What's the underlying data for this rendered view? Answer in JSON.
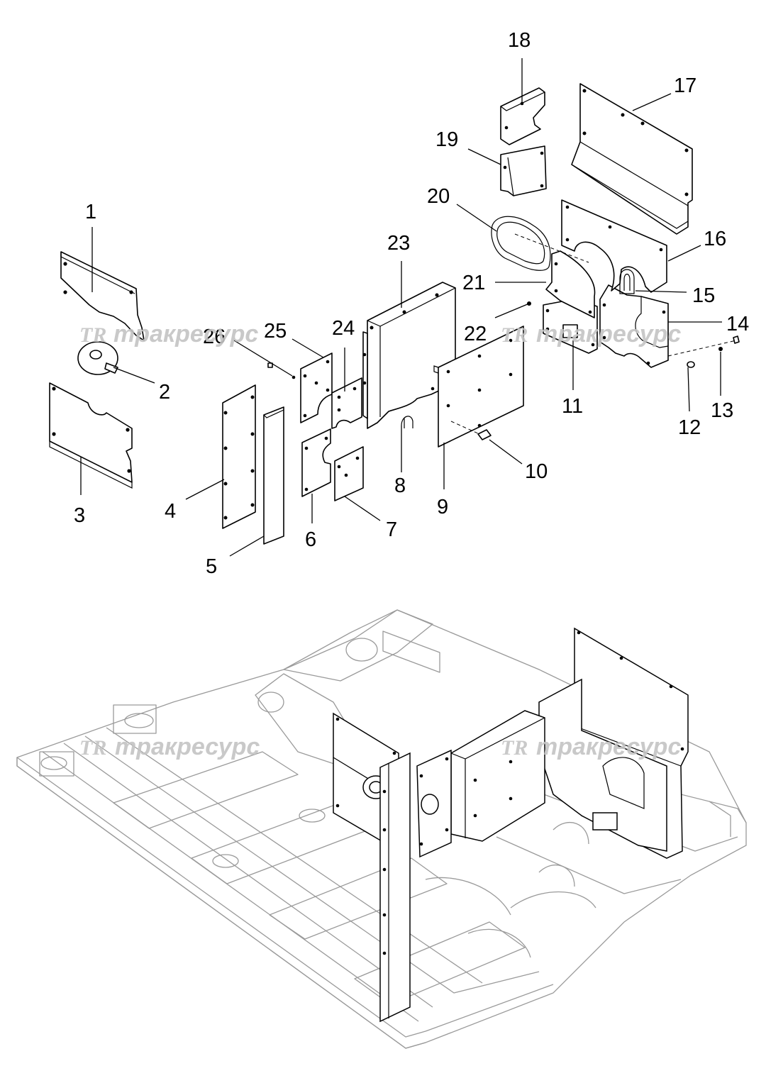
{
  "callouts": [
    {
      "id": "1",
      "label": "1"
    },
    {
      "id": "2",
      "label": "2"
    },
    {
      "id": "3",
      "label": "3"
    },
    {
      "id": "4",
      "label": "4"
    },
    {
      "id": "5",
      "label": "5"
    },
    {
      "id": "6",
      "label": "6"
    },
    {
      "id": "7",
      "label": "7"
    },
    {
      "id": "8",
      "label": "8"
    },
    {
      "id": "9",
      "label": "9"
    },
    {
      "id": "10",
      "label": "10"
    },
    {
      "id": "11",
      "label": "11"
    },
    {
      "id": "12",
      "label": "12"
    },
    {
      "id": "13",
      "label": "13"
    },
    {
      "id": "14",
      "label": "14"
    },
    {
      "id": "15",
      "label": "15"
    },
    {
      "id": "16",
      "label": "16"
    },
    {
      "id": "17",
      "label": "17"
    },
    {
      "id": "18",
      "label": "18"
    },
    {
      "id": "19",
      "label": "19"
    },
    {
      "id": "20",
      "label": "20"
    },
    {
      "id": "21",
      "label": "21"
    },
    {
      "id": "22",
      "label": "22"
    },
    {
      "id": "23",
      "label": "23"
    },
    {
      "id": "24",
      "label": "24"
    },
    {
      "id": "25",
      "label": "25"
    },
    {
      "id": "26",
      "label": "26"
    }
  ],
  "watermark": {
    "logo": "TR",
    "text": "тракресурс"
  },
  "colors": {
    "line": "#000000",
    "frame": "#9a9a9a",
    "watermark": "#c4c4c4"
  }
}
